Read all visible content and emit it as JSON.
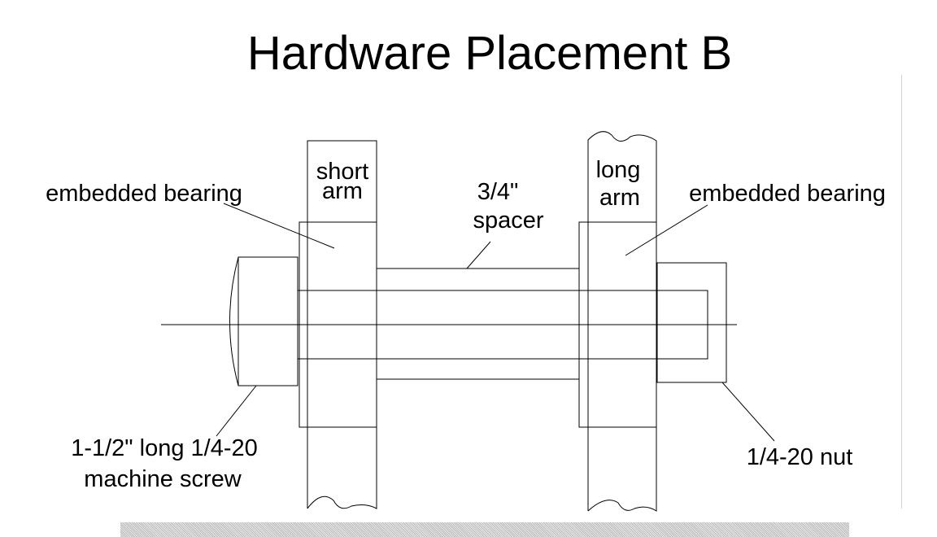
{
  "title": "Hardware Placement B",
  "labels": {
    "short_arm": [
      "short",
      "arm"
    ],
    "long_arm": [
      "long",
      "arm"
    ],
    "spacer": [
      "3/4\"",
      "spacer"
    ],
    "bearing_left": "embedded bearing",
    "bearing_right": "embedded bearing",
    "screw": [
      "1-1/2\" long 1/4-20",
      "machine screw"
    ],
    "nut": "1/4-20 nut"
  }
}
